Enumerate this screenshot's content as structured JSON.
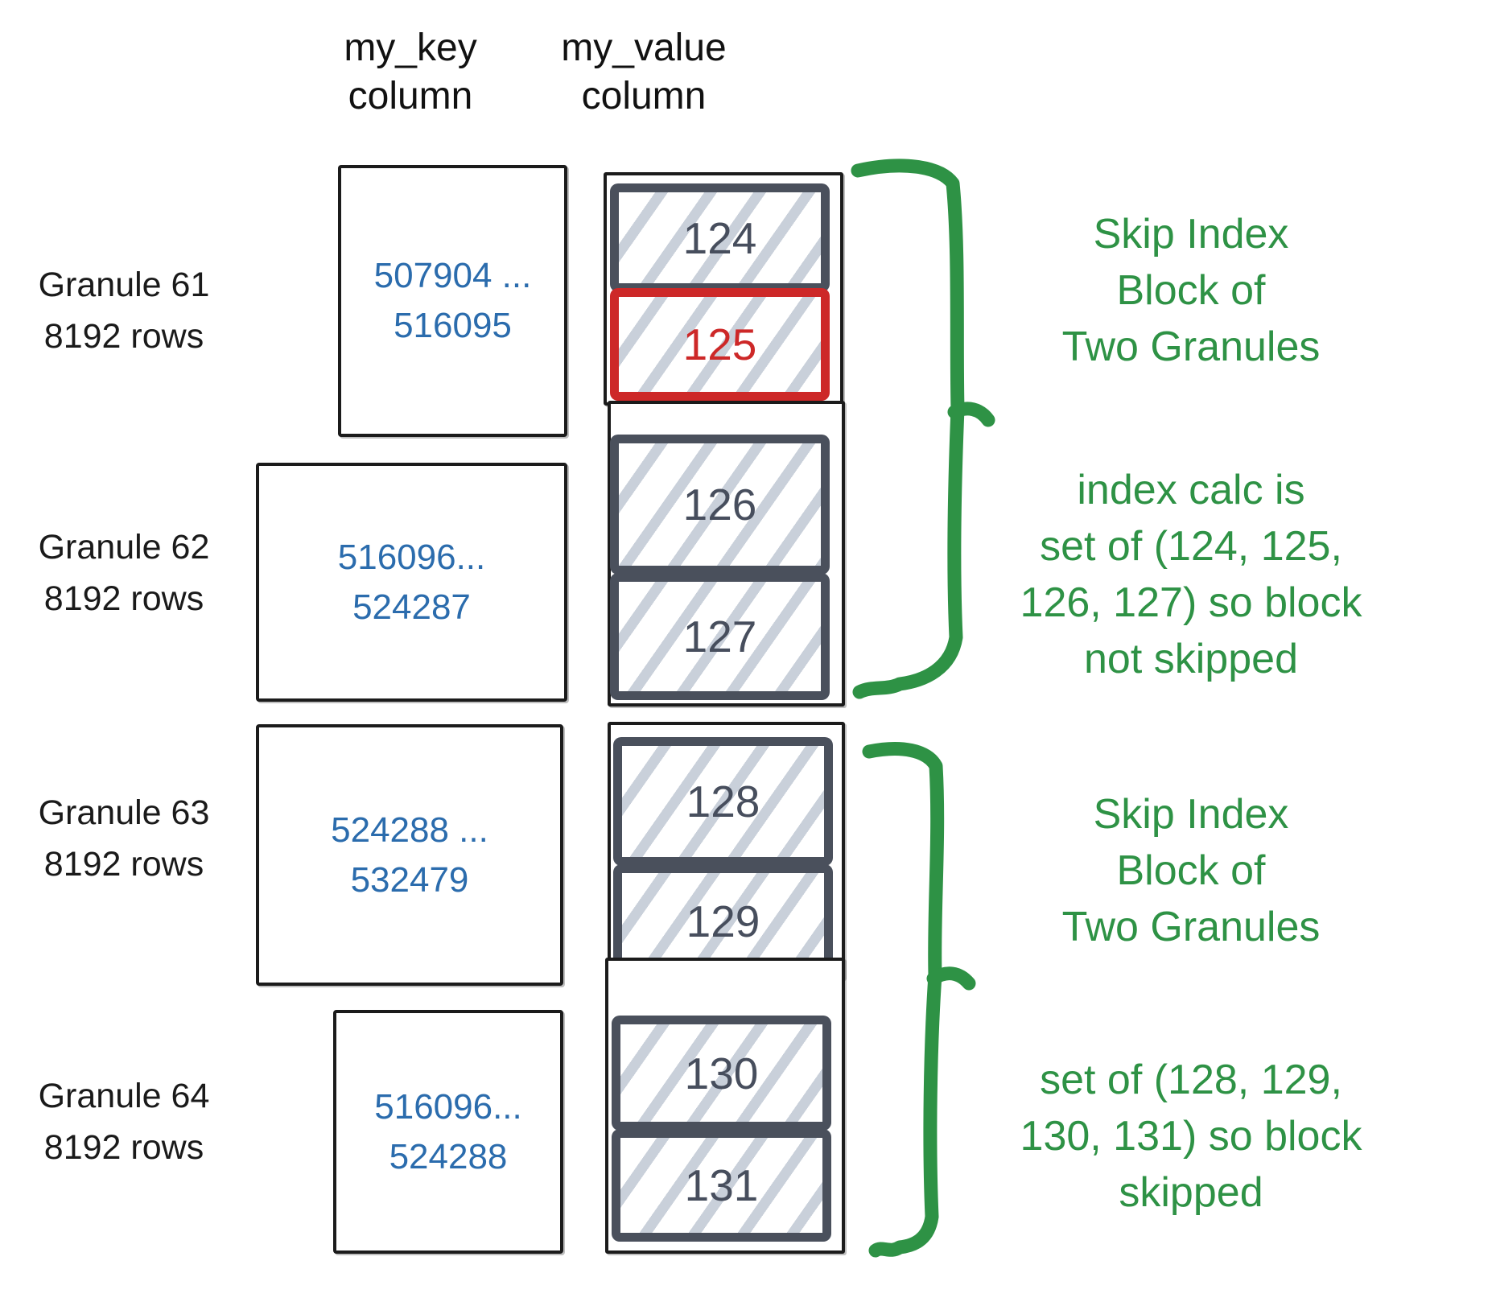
{
  "diagram": {
    "columns": {
      "key_header": "my_key\ncolumn",
      "value_header": "my_value\ncolumn"
    },
    "granules": [
      {
        "label": "Granule 61\n8192 rows",
        "key_range": "507904 ...\n516095",
        "blocks": [
          "124",
          "125"
        ]
      },
      {
        "label": "Granule 62\n8192 rows",
        "key_range": "516096...\n524287",
        "blocks": [
          "126",
          "127"
        ]
      },
      {
        "label": "Granule 63\n8192 rows",
        "key_range": "524288 ...\n532479",
        "blocks": [
          "128",
          "129"
        ]
      },
      {
        "label": "Granule 64\n8192 rows",
        "key_range": "516096...\n524288",
        "blocks": [
          "130",
          "131"
        ]
      }
    ],
    "highlighted_block": "125",
    "annotations": [
      {
        "text": "Skip Index\nBlock of\nTwo Granules"
      },
      {
        "text": "index calc is\nset of (124, 125,\n126, 127) so block\nnot skipped"
      },
      {
        "text": "Skip Index\nBlock of\nTwo Granules"
      },
      {
        "text": "set of (128, 129,\n130, 131) so block\nskipped"
      }
    ],
    "colors": {
      "key_text_blue": "#2b6cad",
      "annotation_green": "#2e9245",
      "highlight_red": "#cd2828",
      "block_border_slate": "#4a505c",
      "hatch_gray": "#c9d0da"
    }
  }
}
